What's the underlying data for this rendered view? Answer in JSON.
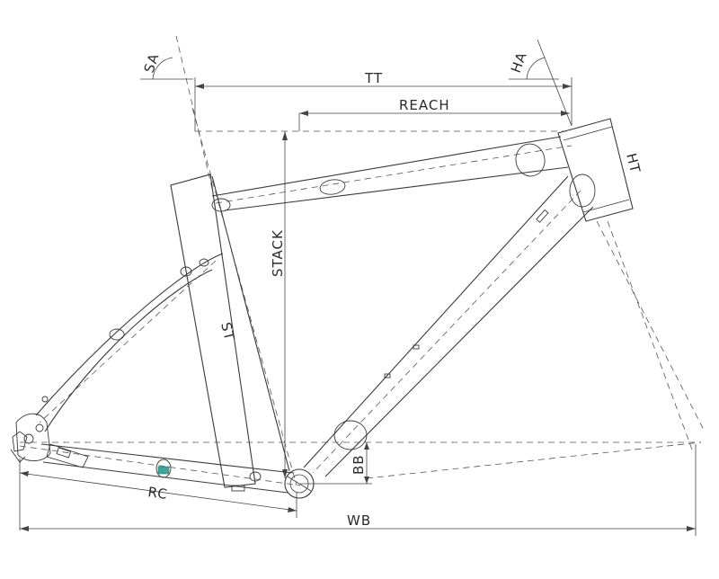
{
  "labels": {
    "tt": "TT",
    "reach": "REACH",
    "stack": "STACK",
    "ht": "HT",
    "ha": "HA",
    "sa": "SA",
    "st": "ST",
    "bb": "BB",
    "rc": "RC",
    "wb": "WB"
  },
  "colors": {
    "line": "#3a3a3a",
    "accent": "#3aa89a"
  }
}
